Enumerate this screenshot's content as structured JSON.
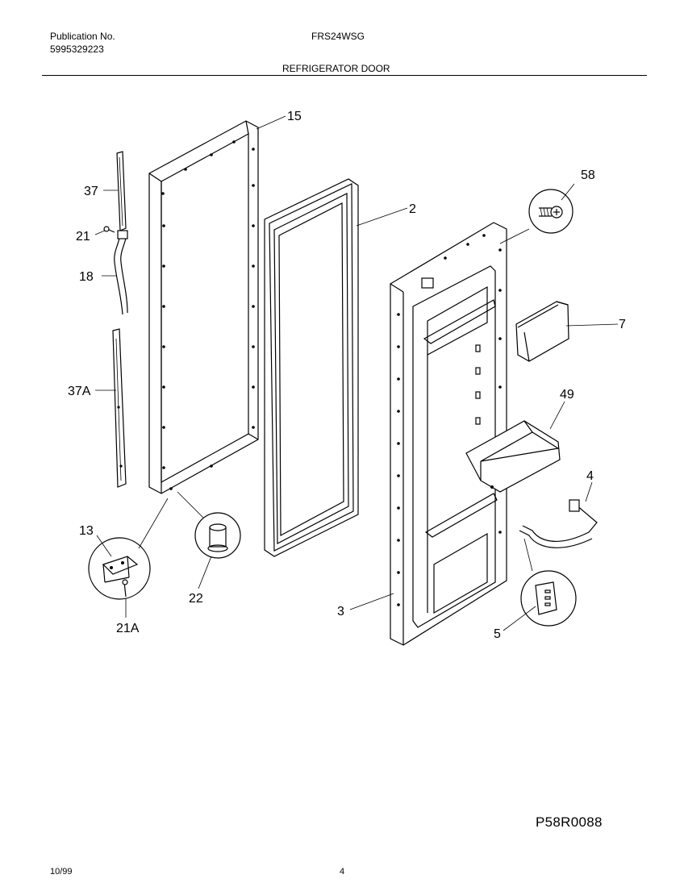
{
  "header": {
    "publication_label": "Publication No.",
    "publication_number": "5995329223",
    "model": "FRS24WSG",
    "section_title": "REFRIGERATOR DOOR"
  },
  "callouts": {
    "c15": "15",
    "c2": "2",
    "c58": "58",
    "c37": "37",
    "c21": "21",
    "c18": "18",
    "c7": "7",
    "c49": "49",
    "c37a": "37A",
    "c4": "4",
    "c13": "13",
    "c22": "22",
    "c3": "3",
    "c5": "5",
    "c21a": "21A"
  },
  "footer": {
    "diagram_code": "P58R0088",
    "date": "10/99",
    "page_number": "4"
  }
}
